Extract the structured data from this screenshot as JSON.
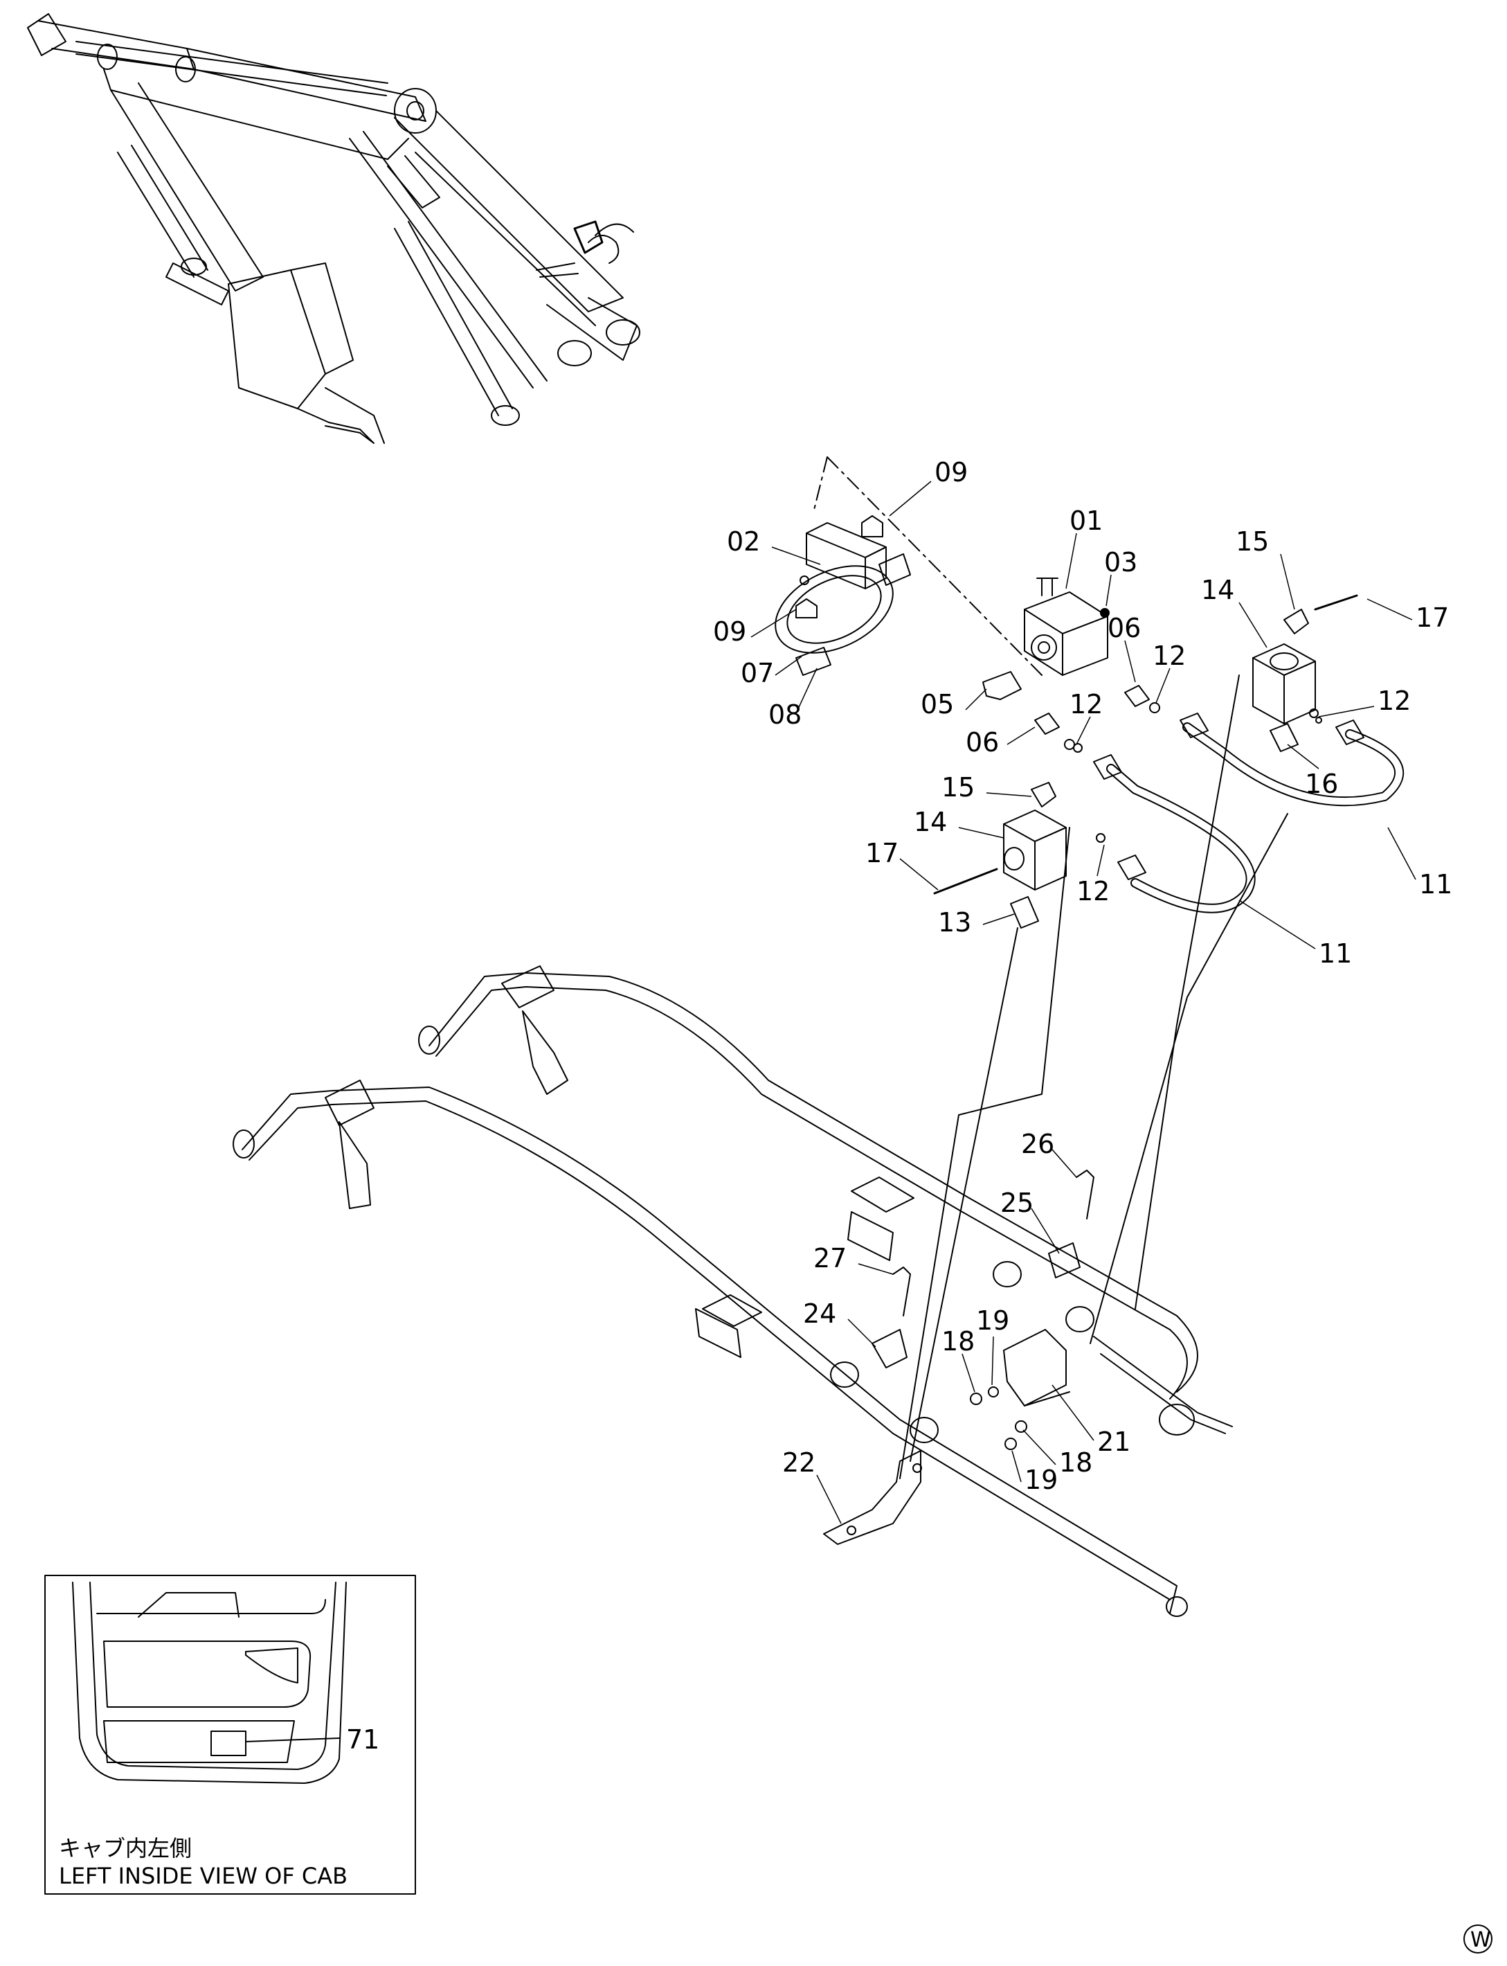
{
  "figure": {
    "type": "exploded-parts-diagram",
    "parts": [
      "01",
      "02",
      "03",
      "05",
      "06",
      "06",
      "07",
      "08",
      "09",
      "09",
      "11",
      "11",
      "12",
      "12",
      "12",
      "12",
      "13",
      "14",
      "14",
      "15",
      "15",
      "16",
      "17",
      "17",
      "18",
      "18",
      "19",
      "19",
      "21",
      "22",
      "24",
      "25",
      "26",
      "27",
      "71"
    ],
    "inset": {
      "title_jp": "キャブ内左側",
      "title_en": "LEFT INSIDE VIEW OF CAB",
      "part": "71"
    },
    "corner_mark": "W"
  }
}
